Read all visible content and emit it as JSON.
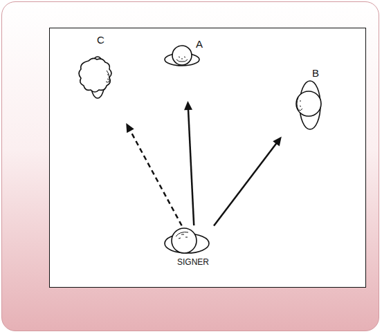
{
  "diagram": {
    "nodes": [
      {
        "text": [
          "A"
        ]
      },
      {
        "text": [
          "C"
        ]
      },
      {
        "text": [
          "B"
        ]
      },
      {
        "text": [
          "SIGNER"
        ]
      }
    ],
    "edges": [
      {
        "from": 3,
        "to": 0,
        "arrow": "to"
      },
      {
        "from": 3,
        "to": 2,
        "arrow": "to"
      },
      {
        "from": 3,
        "to": 1,
        "arrow": "to"
      }
    ]
  }
}
